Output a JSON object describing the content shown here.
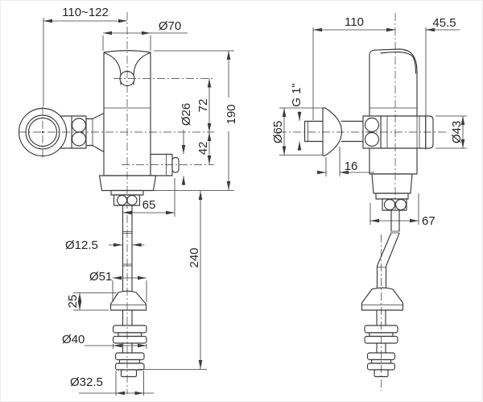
{
  "views": {
    "front": {
      "dims": {
        "width_range": "110~122",
        "body_diameter": "Ø70",
        "button_to_axis": "72",
        "overall_height": "190",
        "port_diameter": "Ø26",
        "axis_to_port": "42",
        "outlet_offset": "65",
        "pipe_diameter": "Ø12.5",
        "drop_length": "240",
        "cone_diameter": "Ø51",
        "cone_height": "25",
        "spreader_diameter": "Ø40",
        "tailpiece_diameter": "Ø32.5"
      }
    },
    "side": {
      "dims": {
        "wall_to_axis": "110",
        "axis_to_edge": "45.5",
        "thread_size": "G 1\"",
        "flange_diameter": "Ø65",
        "flange_depth": "16",
        "body_diameter": "Ø43",
        "outlet_offset": "67"
      }
    }
  },
  "colors": {
    "line": "#3a3a3a",
    "text": "#262626",
    "background": "#ffffff"
  }
}
